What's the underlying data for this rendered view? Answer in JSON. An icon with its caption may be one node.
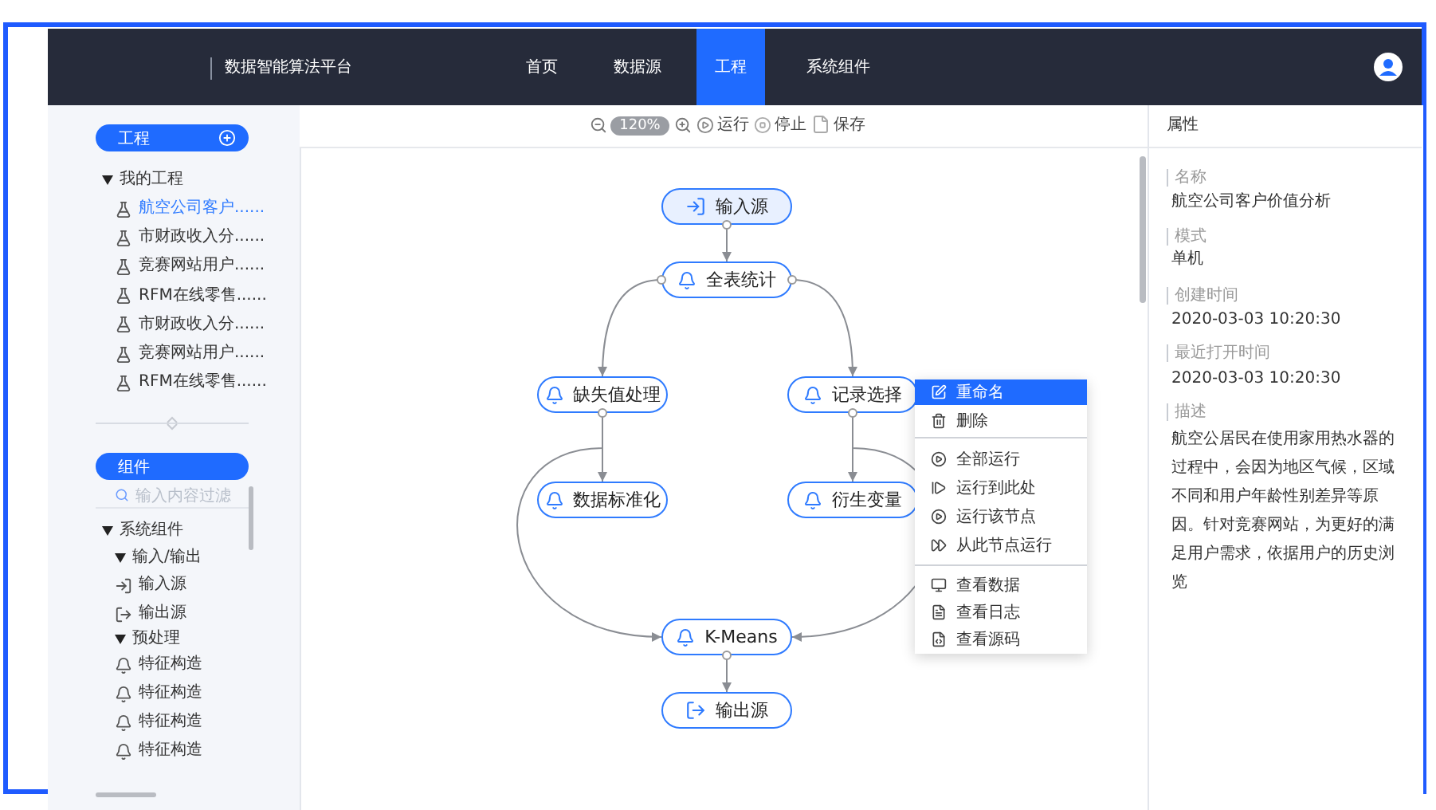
{
  "diagram": {
    "nodes": [
      {
        "text": [
          "输入源"
        ]
      },
      {
        "text": [
          "全表统计"
        ]
      },
      {
        "text": [
          "缺失值处理"
        ]
      },
      {
        "text": [
          "记录选择"
        ]
      },
      {
        "text": [
          "数据标准化"
        ]
      },
      {
        "text": [
          "衍生变量"
        ]
      },
      {
        "text": [
          "K-Means"
        ]
      },
      {
        "text": [
          "输出源"
        ]
      }
    ],
    "edges": [
      {
        "from": 0,
        "to": 1,
        "arrow": "to"
      },
      {
        "from": 1,
        "to": 2,
        "arrow": "to"
      },
      {
        "from": 1,
        "to": 3,
        "arrow": "to"
      },
      {
        "from": 2,
        "to": 4,
        "arrow": "to"
      },
      {
        "from": 2,
        "to": 6,
        "arrow": "to"
      },
      {
        "from": 3,
        "to": 5,
        "arrow": "to"
      },
      {
        "from": 3,
        "to": 6,
        "arrow": "to"
      },
      {
        "from": 6,
        "to": 7,
        "arrow": "to"
      }
    ],
    "labels": [
      "数据智能算法平台",
      "首页",
      "数据源",
      "工程",
      "系统组件",
      "工程",
      "我的工程",
      "航空公司客户......",
      "市财政收入分......",
      "竞赛网站用户......",
      "RFM在线零售......",
      "市财政收入分......",
      "竞赛网站用户......",
      "RFM在线零售......",
      "组件",
      "输入内容过滤",
      "系统组件",
      "输入/输出",
      "输入源",
      "输出源",
      "预处理",
      "特征构造",
      "特征构造",
      "特征构造",
      "特征构造",
      "120%",
      "运行",
      "停止",
      "保存",
      "重命名",
      "删除",
      "全部运行",
      "运行到此处",
      "运行该节点",
      "从此节点运行",
      "查看数据",
      "查看日志",
      "查看源码",
      "属性",
      "名称",
      "航空公司客户价值分析",
      "模式",
      "单机",
      "创建时间",
      "2020-03-03 10:20:30",
      "最近打开时间",
      "2020-03-03 10:20:30",
      "描述",
      "航空公居民在使用家用热水器的过程中，会因为地区气候，区域不同和用户年龄性别差异等原因。针对竞赛网站，为更好的满足用户需求，依据用户的历史浏览"
    ]
  }
}
